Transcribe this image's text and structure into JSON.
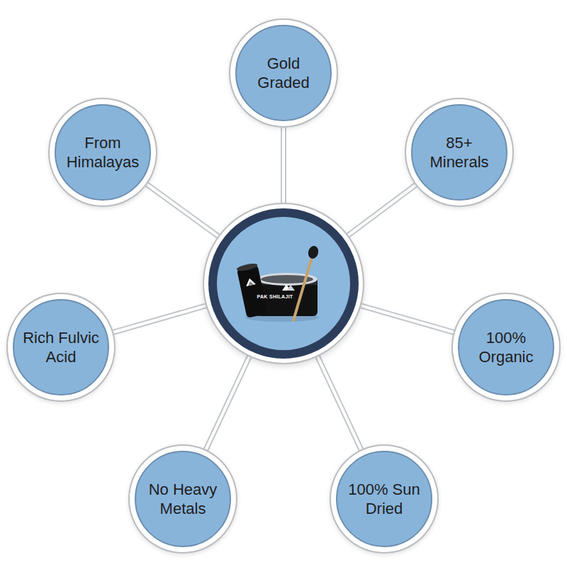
{
  "diagram": {
    "nodes": [
      {
        "text": [
          "PAK SHILAJIT"
        ]
      },
      {
        "text": [
          "Gold Graded"
        ]
      },
      {
        "text": [
          "From Himalayas"
        ]
      },
      {
        "text": [
          "85+ Minerals"
        ]
      },
      {
        "text": [
          "Rich Fulvic Acid"
        ]
      },
      {
        "text": [
          "100% Organic"
        ]
      },
      {
        "text": [
          "No Heavy Metals"
        ]
      },
      {
        "text": [
          "100% Sun Dried"
        ]
      }
    ],
    "edges": [
      {
        "from": 0,
        "to": 1,
        "arrow": "none"
      },
      {
        "from": 0,
        "to": 2,
        "arrow": "none"
      },
      {
        "from": 0,
        "to": 3,
        "arrow": "none"
      },
      {
        "from": 0,
        "to": 4,
        "arrow": "none"
      },
      {
        "from": 0,
        "to": 5,
        "arrow": "none"
      },
      {
        "from": 0,
        "to": 6,
        "arrow": "none"
      },
      {
        "from": 0,
        "to": 7,
        "arrow": "none"
      }
    ]
  }
}
